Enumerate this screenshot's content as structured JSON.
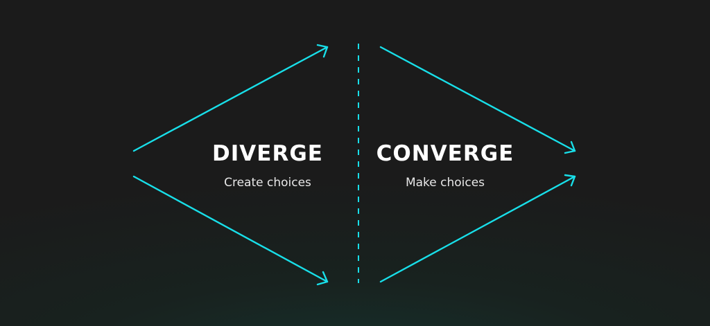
{
  "diagram": {
    "accent_color": "#18dfe9",
    "background_color": "#1b1b1b",
    "diverge": {
      "title": "DIVERGE",
      "subtitle": "Create choices"
    },
    "converge": {
      "title": "CONVERGE",
      "subtitle": "Make choices"
    }
  }
}
